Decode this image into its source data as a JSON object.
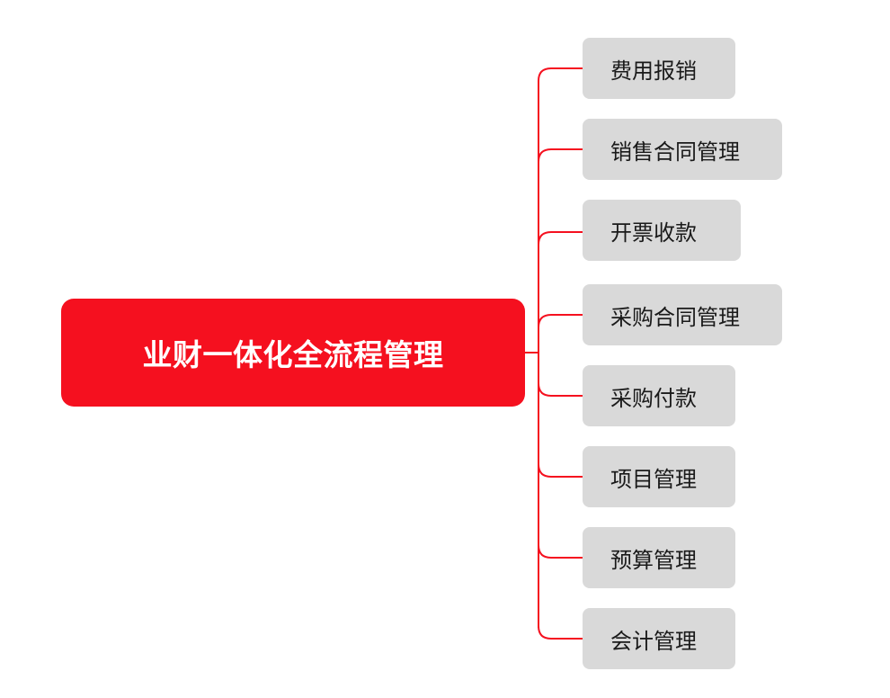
{
  "root": {
    "label": "业财一体化全流程管理",
    "color": "#f5101f"
  },
  "children": [
    {
      "label": "费用报销"
    },
    {
      "label": "销售合同管理"
    },
    {
      "label": "开票收款"
    },
    {
      "label": "采购合同管理"
    },
    {
      "label": "采购付款"
    },
    {
      "label": "项目管理"
    },
    {
      "label": "预算管理"
    },
    {
      "label": "会计管理"
    }
  ],
  "style": {
    "connector_color": "#f5101f",
    "child_fill": "#d9d9d9"
  }
}
